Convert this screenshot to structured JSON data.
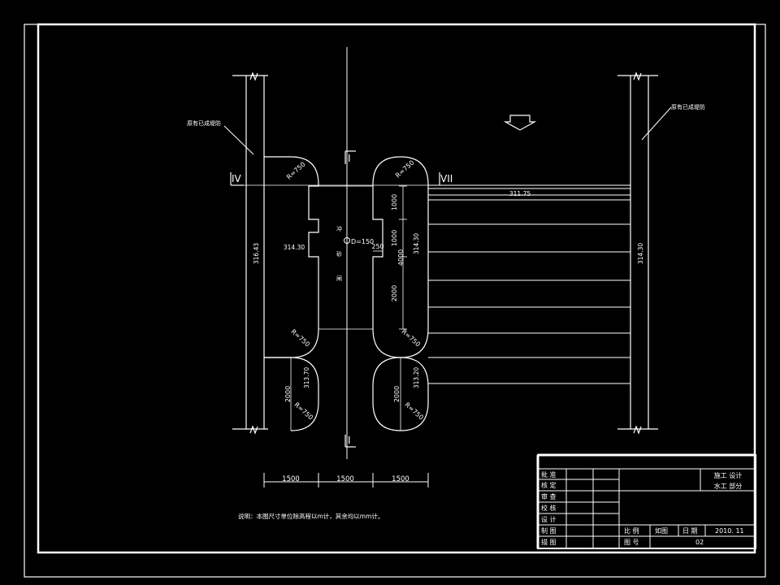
{
  "labels": {
    "existing_embankment": "原有已成堤防",
    "section_mark": "I",
    "section_iv": "IV",
    "section_vii": "VII",
    "radius_label": "R=750",
    "elev_left_wall": "316.43",
    "elev_left_pier": "314.30",
    "elev_left_pier_low": "313.70",
    "elev_right_pier": "314.30",
    "elev_right_pier_low": "313.20",
    "elev_apron": "311.75",
    "elev_right_wall": "314.30",
    "sluice_chars": [
      "冲",
      "砂",
      "闸"
    ],
    "pipe_dia": "D=150",
    "dim_250": "250",
    "dim_1000_a": "1000",
    "dim_1000_b": "1000",
    "dim_4000": "4000",
    "dim_2000_mid": "2000",
    "dim_2000_left": "2000",
    "dim_2000_right": "2000",
    "bottom_dims": [
      "1500",
      "1500",
      "1500"
    ],
    "note": "说明：本图尺寸单位除高程以m计，其余均以mm计。"
  },
  "title_block": {
    "rows": [
      "批 准",
      "核 定",
      "审 查",
      "校 核",
      "设 计",
      "制 图",
      "描 图"
    ],
    "design_stage": "施工 设计",
    "section": "水工 部分",
    "scale_label": "比 例",
    "scale_value": "如图",
    "date_label": "日 期",
    "date_value": "2010. 11",
    "drawing_no_label": "图 号",
    "drawing_no_value": "02"
  },
  "colors": {
    "background": "#000000",
    "line": "#ffffff"
  }
}
